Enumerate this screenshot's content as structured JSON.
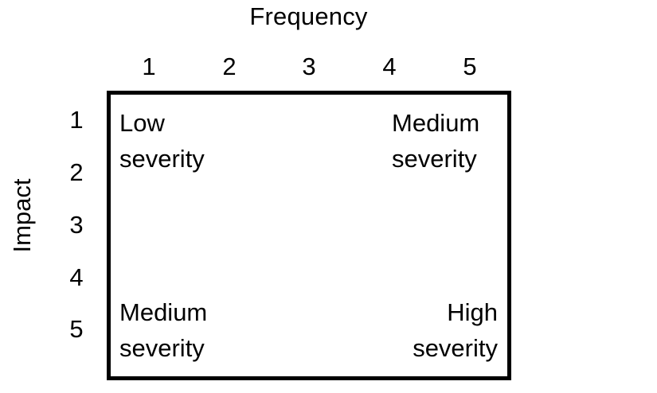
{
  "diagram": {
    "type": "risk-matrix",
    "x_axis": {
      "title": "Frequency",
      "ticks": [
        "1",
        "2",
        "3",
        "4",
        "5"
      ]
    },
    "y_axis": {
      "title": "Impact",
      "ticks": [
        "1",
        "2",
        "3",
        "4",
        "5"
      ]
    },
    "quadrants": [
      {
        "position": "top-left",
        "line1": "Low",
        "line2": "severity"
      },
      {
        "position": "top-right",
        "line1": "Medium",
        "line2": "severity"
      },
      {
        "position": "bottom-left",
        "line1": "Medium",
        "line2": "severity"
      },
      {
        "position": "bottom-right",
        "line1": "High",
        "line2": "severity"
      }
    ],
    "colors": {
      "background": "#ffffff",
      "border": "#000000",
      "text": "#000000"
    }
  }
}
